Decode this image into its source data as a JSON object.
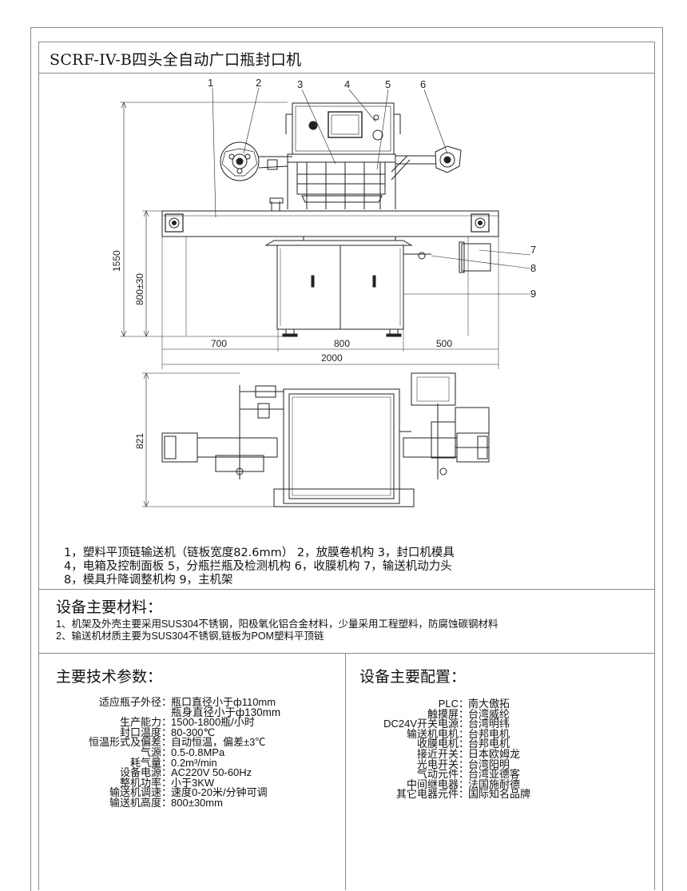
{
  "title": "SCRF-IV-B四头全自动广口瓶封口机",
  "drawing": {
    "callouts": [
      "1",
      "2",
      "3",
      "4",
      "5",
      "6",
      "7",
      "8",
      "9"
    ],
    "dimensions": {
      "height_total": "1550",
      "height_frame": "800±30",
      "len_left": "700",
      "len_mid": "800",
      "len_right": "500",
      "len_total": "2000",
      "width_top": "821"
    }
  },
  "legend_lines": [
    "1，塑料平顶链输送机（链板宽度82.6mm） 2，放膜卷机构 3，封口机模具",
    "4，电箱及控制面板 5，分瓶拦瓶及检测机构 6，收膜机构 7，输送机动力头",
    "8，模具升降调整机构 9，主机架"
  ],
  "materials": {
    "heading": "设备主要材料：",
    "lines": [
      "1、机架及外壳主要采用SUS304不锈钢，阳极氧化铝合金材料，少量采用工程塑料，防腐蚀碳钢材料",
      "2、输送机材质主要为SUS304不锈钢,链板为POM塑料平顶链"
    ]
  },
  "params": {
    "heading": "主要技术参数：",
    "rows": [
      {
        "k": "适应瓶子外径",
        "v": "瓶口直径小于ф110mm"
      },
      {
        "k": "",
        "v": "瓶身直径小于ф130mm"
      },
      {
        "k": "生产能力",
        "v": "1500-1800瓶/小时"
      },
      {
        "k": "封口温度",
        "v": "80-300℃"
      },
      {
        "k": "恒温形式及偏差",
        "v": "自动恒温，偏差±3℃"
      },
      {
        "k": "气源",
        "v": "0.5-0.8MPa"
      },
      {
        "k": "耗气量",
        "v": "0.2m³/min"
      },
      {
        "k": "设备电源",
        "v": "AC220V 50-60Hz"
      },
      {
        "k": "整机功率",
        "v": "小于3KW"
      },
      {
        "k": "输送机调速",
        "v": "速度0-20米/分钟可调"
      },
      {
        "k": "输送机高度",
        "v": "800±30mm"
      }
    ]
  },
  "config": {
    "heading": "设备主要配置：",
    "rows": [
      {
        "k": "PLC",
        "v": "南大傲拓"
      },
      {
        "k": "触摸屏",
        "v": "台湾威纶"
      },
      {
        "k": "DC24V开关电源",
        "v": "台湾明纬"
      },
      {
        "k": "输送机电机",
        "v": "台邦电机"
      },
      {
        "k": "收膜电机",
        "v": "台邦电机"
      },
      {
        "k": "接近开关",
        "v": "日本欧姆龙"
      },
      {
        "k": "光电开关",
        "v": "台湾阳明"
      },
      {
        "k": "气动元件",
        "v": "台湾亚德客"
      },
      {
        "k": "中间继电器",
        "v": "法国施耐德"
      },
      {
        "k": "其它电器元件",
        "v": "国际知名品牌"
      }
    ]
  },
  "colors": {
    "line": "#222222",
    "frame": "#8a8a8a"
  }
}
